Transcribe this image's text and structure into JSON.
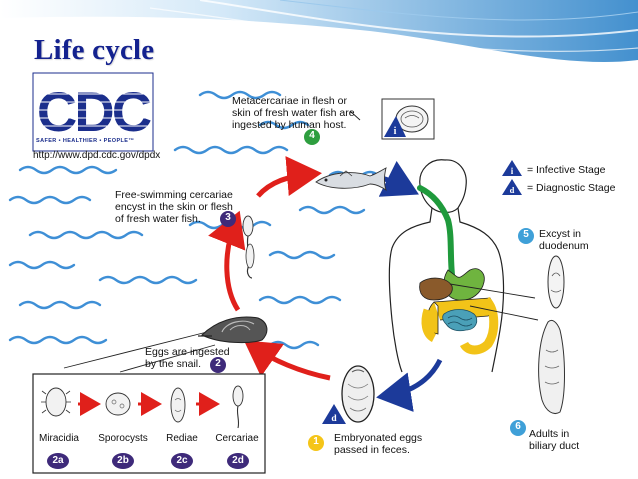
{
  "slide": {
    "title": "Life cycle"
  },
  "logo": {
    "wordmark": "CDC",
    "tagline": "SAFER • HEALTHIER • PEOPLE™",
    "url": "http://www.dpd.cdc.gov/dpdx"
  },
  "legend": {
    "infective": {
      "symbol": "i",
      "text": "= Infective Stage"
    },
    "diagnostic": {
      "symbol": "d",
      "text": "= Diagnostic Stage"
    }
  },
  "stages": [
    {
      "number": "1",
      "lines": [
        "Embryonated eggs",
        "passed in feces."
      ],
      "color": "#f5c518"
    },
    {
      "number": "2",
      "lines": [
        "Eggs are ingested",
        "by the snail."
      ],
      "color": "#3e2a7a"
    },
    {
      "number": "3",
      "lines": [
        "Free-swimming cercariae",
        "encyst in the skin or flesh",
        "of fresh water fish."
      ],
      "color": "#3e2a7a"
    },
    {
      "number": "4",
      "lines": [
        "Metacercariae in flesh or",
        "skin of fresh water fish are",
        "ingested by human host."
      ],
      "color": "#2e9e3f"
    },
    {
      "number": "5",
      "lines": [
        "Excyst in",
        "duodenum"
      ],
      "color": "#3fa0d8"
    },
    {
      "number": "6",
      "lines": [
        "Adults in",
        "biliary duct"
      ],
      "color": "#3fa0d8"
    }
  ],
  "inset": {
    "items": [
      {
        "label": "Miracidia",
        "badge": "2a"
      },
      {
        "label": "Sporocysts",
        "badge": "2b"
      },
      {
        "label": "Rediae",
        "badge": "2c"
      },
      {
        "label": "Cercariae",
        "badge": "2d"
      }
    ],
    "badge_color": "#3e2a7a"
  },
  "colors": {
    "title": "#14228f",
    "header_bar": "#2f84c9",
    "water": "#3e8fd6",
    "arrow_red": "#e0201b",
    "arrow_blue": "#1c3a9a",
    "gut_green": "#1f9a3c",
    "liver": "#8a5a2b",
    "stomach": "#6fb43f",
    "colon": "#f2c318",
    "small_intestine": "#4aa0b8"
  }
}
